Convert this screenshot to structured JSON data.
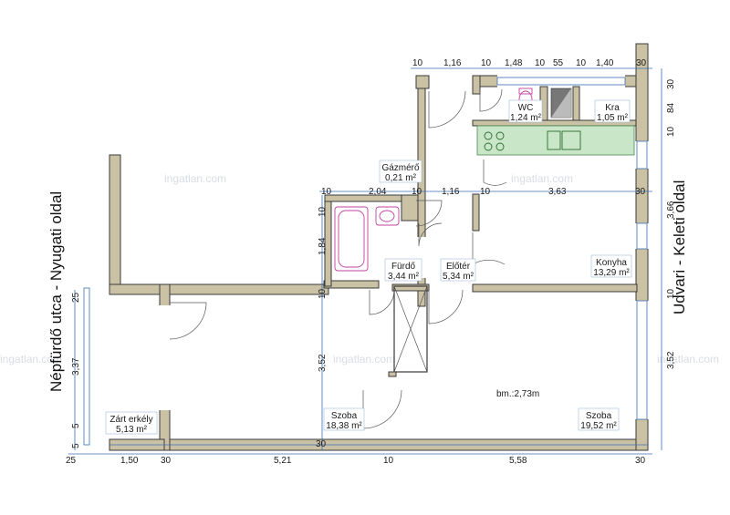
{
  "labels": {
    "west_side": "Népfürdő utca - Nyugati oldal",
    "east_side": "Udvari - Keleti oldal",
    "ceiling_height": "bm.:2,73m",
    "watermark": "ingatlan.com"
  },
  "rooms": {
    "wc": {
      "name": "WC",
      "area": "1,24 m²"
    },
    "kra": {
      "name": "Kra",
      "area": "1,05 m²"
    },
    "gazmero": {
      "name": "Gázmérő",
      "area": "0,21 m²"
    },
    "furdo": {
      "name": "Fürdő",
      "area": "3,44 m²"
    },
    "eloter": {
      "name": "Előtér",
      "area": "5,34 m²"
    },
    "konyha": {
      "name": "Konyha",
      "area": "13,29 m²"
    },
    "szoba1": {
      "name": "Szoba",
      "area": "18,38 m²"
    },
    "szoba2": {
      "name": "Szoba",
      "area": "19,52 m²"
    },
    "erkely": {
      "name": "Zárt erkély",
      "area": "5,13 m²"
    }
  },
  "dimensions": {
    "top": [
      "10",
      "1,16",
      "10",
      "1,48",
      "10",
      "55",
      "10",
      "1,40",
      "30"
    ],
    "mid": [
      "10",
      "2,04",
      "10",
      "1,16",
      "10",
      "3,63",
      "30"
    ],
    "bottom": [
      "25",
      "1,50",
      "30",
      "5,21",
      "10",
      "5,58",
      "30"
    ],
    "bottom_wall": [
      "30"
    ],
    "right": [
      "30",
      "84",
      "10",
      "3,66",
      "10",
      "3,52"
    ],
    "left_inner": [
      "10",
      "1,84",
      "10",
      "3,52"
    ],
    "left_outer": [
      "25",
      "3,37",
      "5",
      "5"
    ]
  }
}
